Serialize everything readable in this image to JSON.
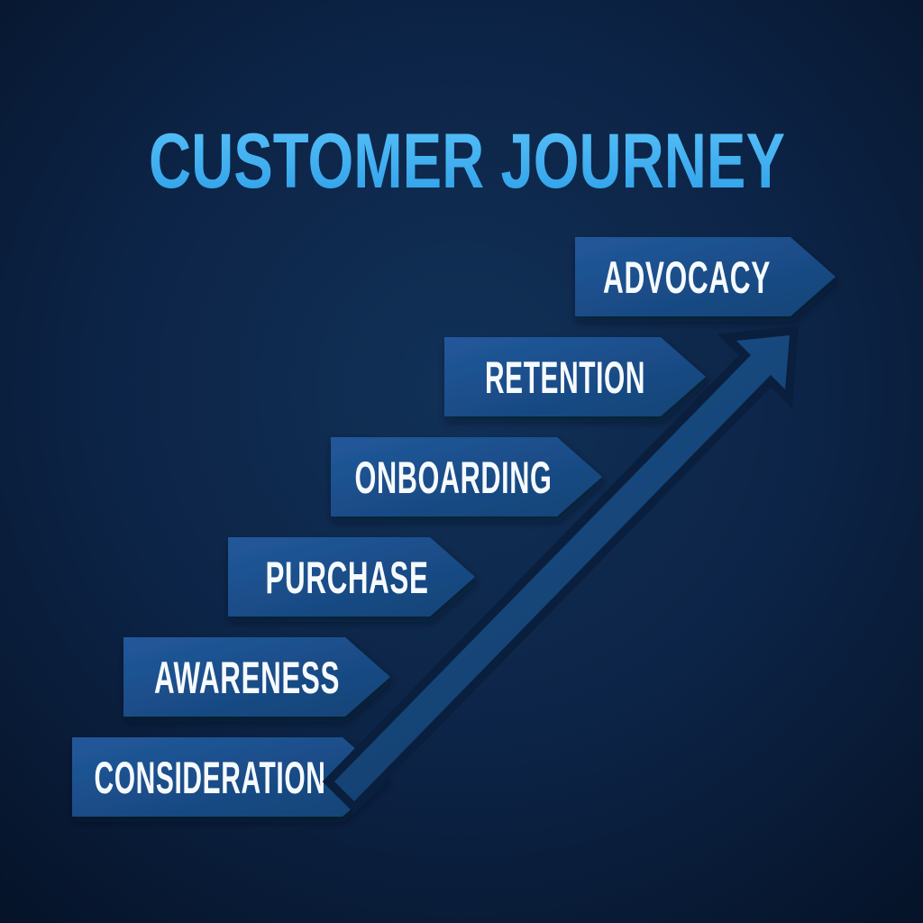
{
  "title": {
    "text": "CUSTOMER JOURNEY"
  },
  "diagram": {
    "type": "stair-step-journey-infographic",
    "arrow_direction": "ascending from bottom-left to top-right",
    "stage_order_bottom_to_top": [
      "CONSIDERATION",
      "AWARENESS",
      "PURCHASE",
      "ONBOARDING",
      "RETENTION",
      "ADVOCACY"
    ]
  },
  "stages": [
    {
      "label": "ADVOCACY"
    },
    {
      "label": "RETENTION"
    },
    {
      "label": "ONBOARDING"
    },
    {
      "label": "PURCHASE"
    },
    {
      "label": "AWARENESS"
    },
    {
      "label": "CONSIDERATION"
    }
  ],
  "colors": {
    "background_center": "#113158",
    "background_mid": "#0c2345",
    "background_edge": "#051227",
    "banner_light": "#22589b",
    "banner_dark": "#164478",
    "arrow": "#174b83",
    "arrow_outline_gap": "#0a1f3d",
    "title_blue": "#45b6f3",
    "stage_text": "#f6fafd"
  }
}
